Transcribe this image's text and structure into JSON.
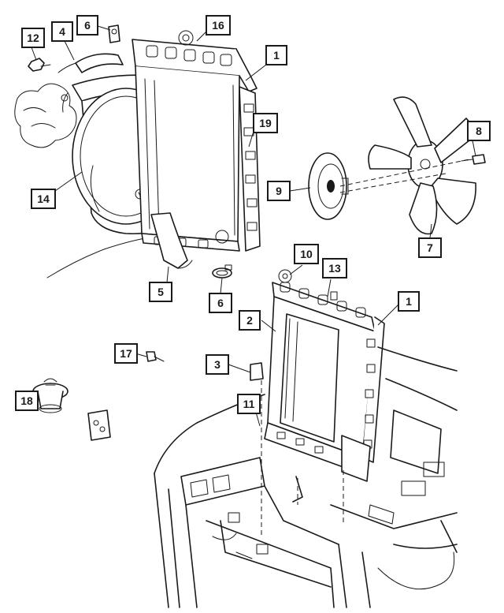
{
  "callouts": [
    {
      "id": "c1a",
      "label": "1"
    },
    {
      "id": "c1b",
      "label": "1"
    },
    {
      "id": "c2",
      "label": "2"
    },
    {
      "id": "c3",
      "label": "3"
    },
    {
      "id": "c4",
      "label": "4"
    },
    {
      "id": "c5",
      "label": "5"
    },
    {
      "id": "c6a",
      "label": "6"
    },
    {
      "id": "c6b",
      "label": "6"
    },
    {
      "id": "c7",
      "label": "7"
    },
    {
      "id": "c8",
      "label": "8"
    },
    {
      "id": "c9",
      "label": "9"
    },
    {
      "id": "c10",
      "label": "10"
    },
    {
      "id": "c11",
      "label": "11"
    },
    {
      "id": "c12",
      "label": "12"
    },
    {
      "id": "c13",
      "label": "13"
    },
    {
      "id": "c14",
      "label": "14"
    },
    {
      "id": "c16",
      "label": "16"
    },
    {
      "id": "c17",
      "label": "17"
    },
    {
      "id": "c18",
      "label": "18"
    },
    {
      "id": "c19",
      "label": "19"
    }
  ]
}
